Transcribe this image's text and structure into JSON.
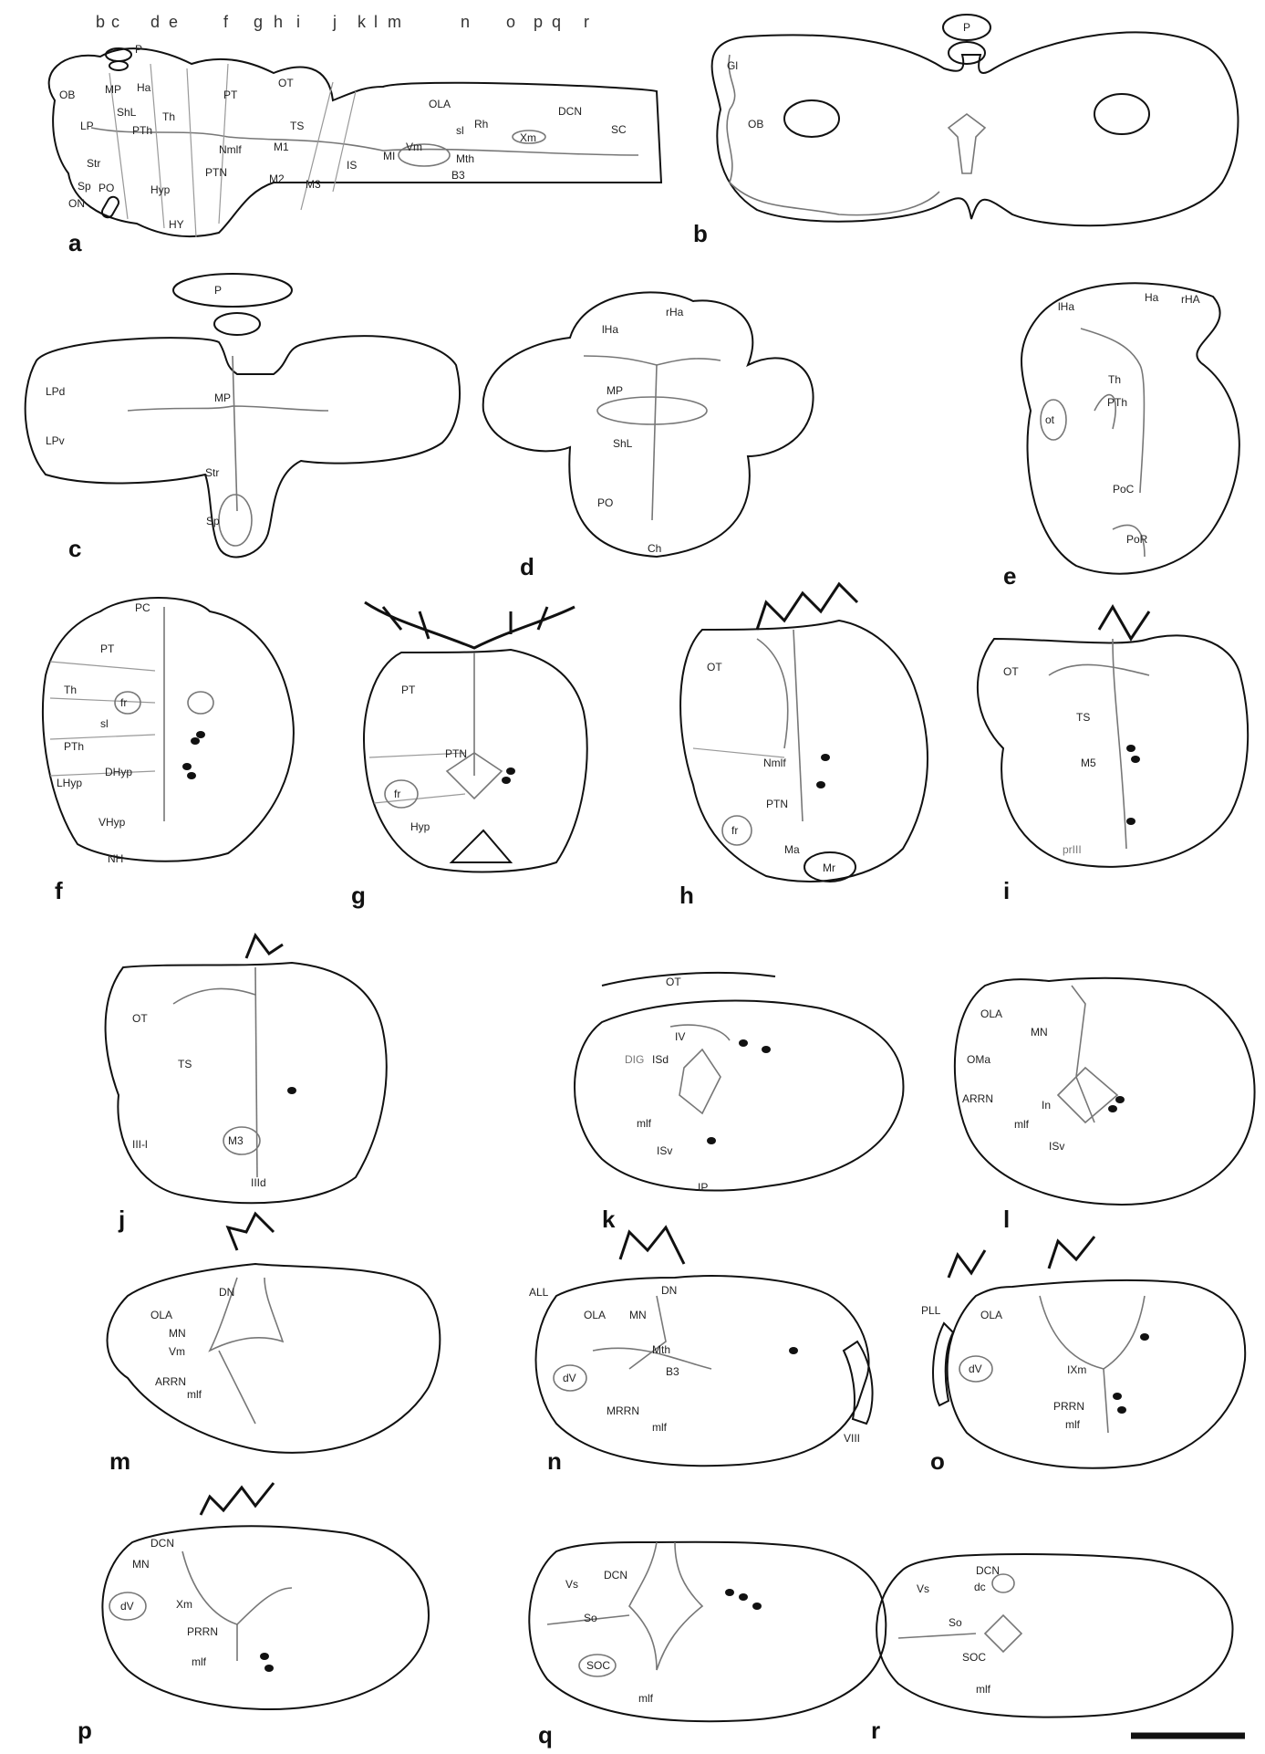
{
  "figure": {
    "panel_letters": [
      "a",
      "b",
      "c",
      "d",
      "e",
      "f",
      "g",
      "h",
      "i",
      "j",
      "k",
      "l",
      "m",
      "n",
      "o",
      "p",
      "q",
      "r"
    ],
    "level_letters": [
      "b",
      "c",
      "d",
      "e",
      "f",
      "g",
      "h",
      "i",
      "j",
      "k",
      "l",
      "m",
      "n",
      "o",
      "p",
      "q",
      "r"
    ],
    "scale_bar": true
  },
  "panels": {
    "a": {
      "labels": [
        "P",
        "OB",
        "MP",
        "Ha",
        "PT",
        "OT",
        "ShL",
        "LP",
        "Th",
        "TS",
        "OLA",
        "Rh",
        "DCN",
        "SC",
        "PTh",
        "Nmlf",
        "M1",
        "Vm",
        "sl",
        "Xm",
        "Mth",
        "Str",
        "Sp",
        "PO",
        "ON",
        "Hyp",
        "PTN",
        "M2",
        "M3",
        "IS",
        "MI",
        "B3",
        "HY"
      ]
    },
    "b": {
      "labels": [
        "P",
        "Gl",
        "OB"
      ]
    },
    "c": {
      "labels": [
        "P",
        "LPd",
        "LPv",
        "MP",
        "Str",
        "Sp"
      ]
    },
    "d": {
      "labels": [
        "rHa",
        "lHa",
        "MP",
        "ShL",
        "PO",
        "Ch"
      ]
    },
    "e": {
      "labels": [
        "Ha",
        "rHA",
        "lHa",
        "Th",
        "PTh",
        "ot",
        "PoC",
        "PoR"
      ]
    },
    "f": {
      "labels": [
        "PC",
        "PT",
        "Th",
        "fr",
        "sl",
        "PTh",
        "DHyp",
        "LHyp",
        "VHyp",
        "NH"
      ]
    },
    "g": {
      "labels": [
        "PT",
        "PTN",
        "fr",
        "Hyp"
      ]
    },
    "h": {
      "labels": [
        "OT",
        "Nmlf",
        "PTN",
        "fr",
        "Ma",
        "Mr"
      ]
    },
    "i": {
      "labels": [
        "OT",
        "TS",
        "M5",
        "prIII"
      ]
    },
    "j": {
      "labels": [
        "OT",
        "TS",
        "M3",
        "III-l",
        "IIId"
      ]
    },
    "k": {
      "labels": [
        "OT",
        "DIG",
        "IV",
        "ISd",
        "mlf",
        "ISv",
        "IP"
      ]
    },
    "l": {
      "labels": [
        "OLA",
        "MN",
        "OMa",
        "ARRN",
        "In",
        "mlf",
        "ISv"
      ]
    },
    "m": {
      "labels": [
        "DN",
        "OLA",
        "MN",
        "Vm",
        "ARRN",
        "mlf"
      ]
    },
    "n": {
      "labels": [
        "ALL",
        "DN",
        "OLA",
        "MN",
        "Mth",
        "dV",
        "B3",
        "MRRN",
        "mlf",
        "VIII"
      ]
    },
    "o": {
      "labels": [
        "PLL",
        "OLA",
        "dV",
        "IXm",
        "PRRN",
        "mlf"
      ]
    },
    "p": {
      "labels": [
        "DCN",
        "MN",
        "dV",
        "Xm",
        "PRRN",
        "mlf"
      ]
    },
    "q": {
      "labels": [
        "Vs",
        "DCN",
        "So",
        "SOC",
        "mlf"
      ]
    },
    "r": {
      "labels": [
        "Vs",
        "DCN",
        "dc",
        "So",
        "SOC",
        "mlf"
      ]
    }
  }
}
